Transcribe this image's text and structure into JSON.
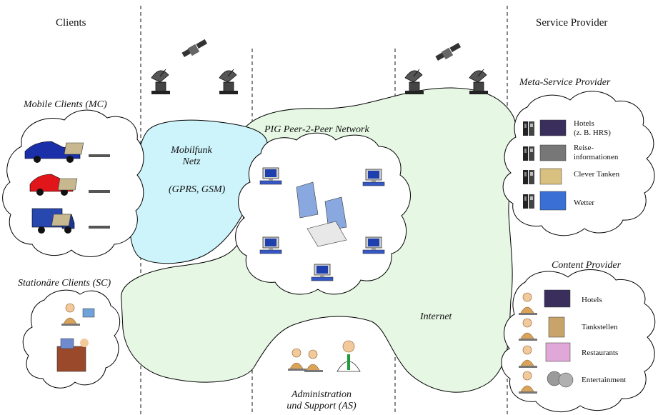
{
  "headers": {
    "clients": "Clients",
    "service_provider": "Service Provider"
  },
  "clients": {
    "mobile_title": "Mobile Clients (MC)",
    "stationary_title": "Stationäre Clients (SC)"
  },
  "mobile_network": {
    "line1": "Mobilfunk",
    "line2": "Netz",
    "line3": "(GPRS, GSM)"
  },
  "pig_network": {
    "title": "PIG Peer-2-Peer Network"
  },
  "internet": {
    "label": "Internet"
  },
  "admin": {
    "line1": "Administration",
    "line2": "und Support (AS)"
  },
  "meta_service": {
    "title": "Meta-Service Provider",
    "items": [
      {
        "label": "Hotels",
        "label2": "(z. B. HRS)"
      },
      {
        "label": "Reise-",
        "label2": "informationen"
      },
      {
        "label": "Clever Tanken"
      },
      {
        "label": "Wetter"
      }
    ]
  },
  "content_provider": {
    "title": "Content Provider",
    "items": [
      {
        "label": "Hotels"
      },
      {
        "label": "Tankstellen"
      },
      {
        "label": "Restaurants"
      },
      {
        "label": "Entertainment"
      }
    ]
  },
  "colors": {
    "mobile_network_fill": "#cdf3fb",
    "internet_fill": "#e6f7e4",
    "cloud_fill": "#ffffff",
    "outline": "#000000"
  }
}
